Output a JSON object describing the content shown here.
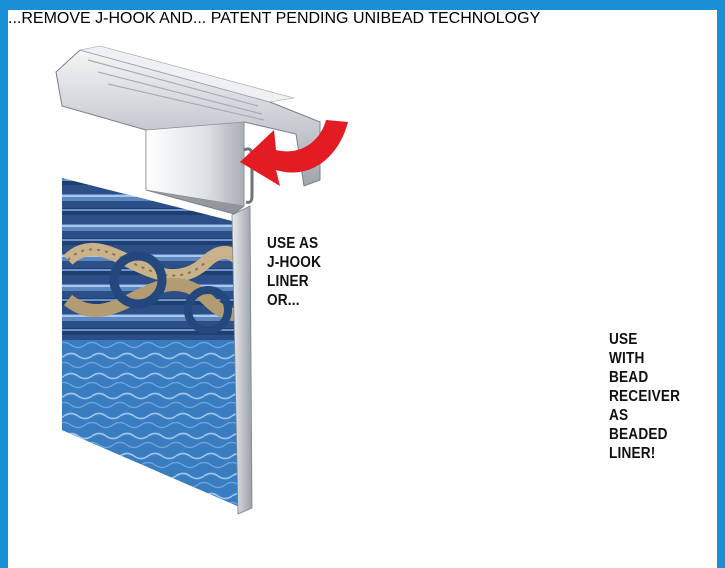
{
  "left_caption": [
    "USE AS",
    "J-HOOK",
    "LINER",
    "OR..."
  ],
  "right_caption": [
    "USE",
    "WITH",
    "BEAD",
    "RECEIVER",
    "AS",
    "BEADED",
    "LINER!"
  ],
  "inset_top_text": "...REMOVE J-HOOK AND...",
  "inset_bottom_text": "PATENT PENDING UNIBEAD TECHNOLOGY",
  "colors": {
    "border": "#1a8fd6",
    "arrow": "#e31b23",
    "liner": "#2f63a6",
    "rail": "#c9cdd2"
  },
  "icons": [
    "left-curved-arrow-icon",
    "right-curved-arrow-icon",
    "hand-icon"
  ]
}
